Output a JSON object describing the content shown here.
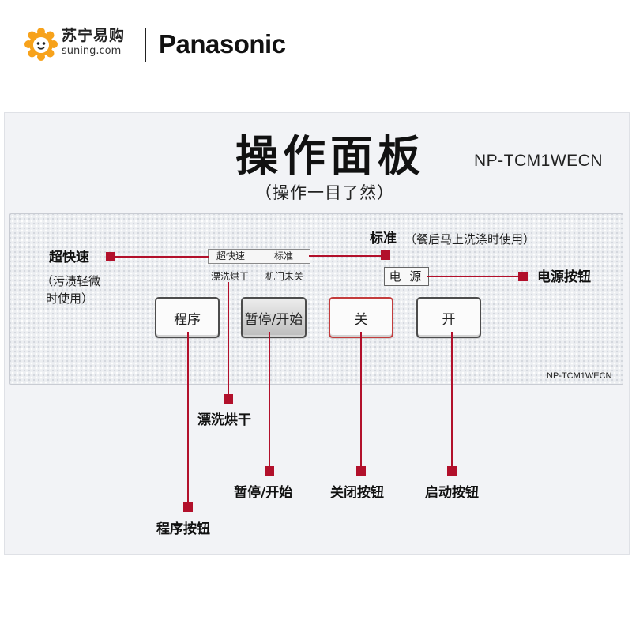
{
  "header": {
    "brand_cn": "苏宁易购",
    "brand_url": "suning.com",
    "panasonic": "Panasonic"
  },
  "title": "操作面板",
  "model": "NP-TCM1WECN",
  "subtitle": "（操作一目了然）",
  "panel": {
    "mode_fast": "超快速",
    "mode_standard": "标准",
    "status_rinse_dry": "漂洗烘干",
    "status_door_open": "机门未关",
    "power_label": "电 源",
    "model_small": "NP-TCM1WECN",
    "buttons": {
      "program": "程序",
      "pause_start": "暂停/开始",
      "off": "关",
      "on": "开"
    }
  },
  "callouts": {
    "fast": "超快速",
    "fast_note_1": "（污渍轻微",
    "fast_note_2": "时使用）",
    "standard": "标准",
    "standard_note": "（餐后马上洗涤时使用）",
    "power_button": "电源按钮",
    "rinse_dry": "漂洗烘干",
    "pause_start": "暂停/开始",
    "off_button": "关闭按钮",
    "start_button": "启动按钮",
    "program_button": "程序按钮"
  },
  "colors": {
    "accent": "#b2102b",
    "logo_orange": "#f7a21b"
  }
}
